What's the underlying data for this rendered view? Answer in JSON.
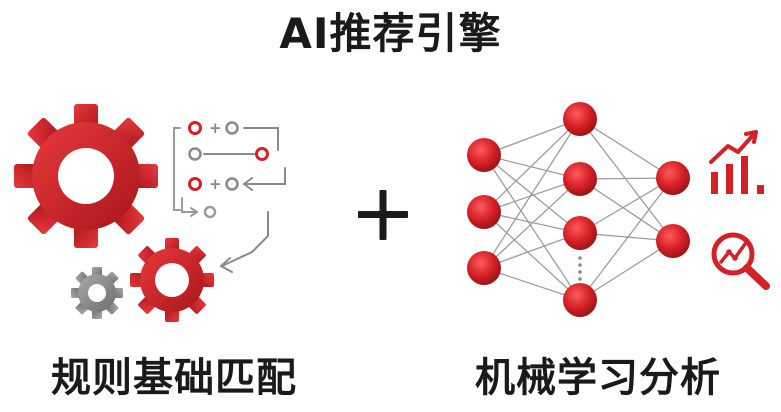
{
  "title": "AI推荐引擎",
  "left_caption": "规则基础匹配",
  "right_caption": "机械学习分析",
  "operator": "+",
  "colors": {
    "accent_red": "#d42126",
    "dark_red": "#9e1418",
    "gray": "#8a8a8a",
    "text": "#1a1a1a"
  },
  "icons": {
    "rules": "gear-rules-flow-icon",
    "network": "neural-network-icon",
    "bar_chart": "bar-chart-icon",
    "analytics": "magnifier-trend-icon"
  }
}
